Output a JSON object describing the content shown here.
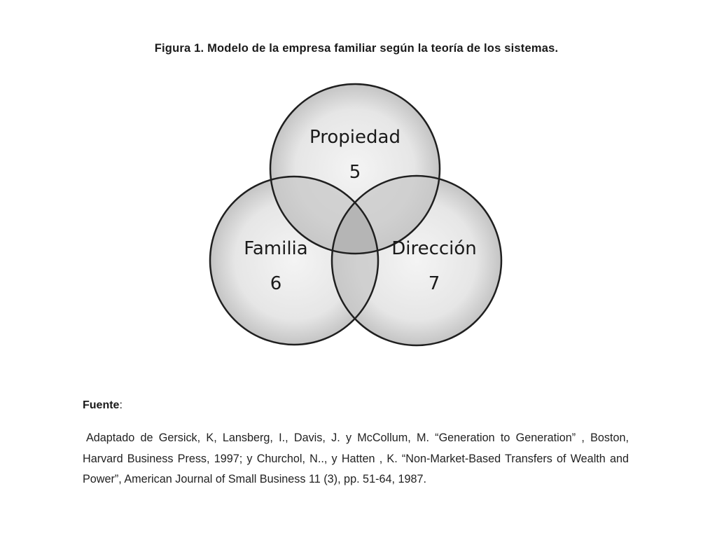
{
  "figure": {
    "title": "Figura  1. Modelo de la empresa familiar según la teoría de los sistemas."
  },
  "venn": {
    "circles": [
      {
        "id": "propiedad",
        "label": "Propiedad",
        "value": "5"
      },
      {
        "id": "familia",
        "label": "Familia",
        "value": "6"
      },
      {
        "id": "direccion",
        "label": "Dirección",
        "value": "7"
      }
    ],
    "colors": {
      "fill_light": "#f3f3f3",
      "fill_mid": "#dddddd",
      "fill_overlap": "#bdbdbd",
      "stroke": "#1f1f1f"
    }
  },
  "source": {
    "heading": "Fuente",
    "colon": ":",
    "citation": "Adaptado de Gersick, K, Lansberg, I., Davis, J. y McCollum, M. “Generation to Generation” , Boston, Harvard Business Press, 1997; y Churchol, N.., y Hatten , K. “Non-Market-Based Transfers of Wealth and Power”, American Journal of Small Business 11 (3), pp. 51-64, 1987."
  }
}
